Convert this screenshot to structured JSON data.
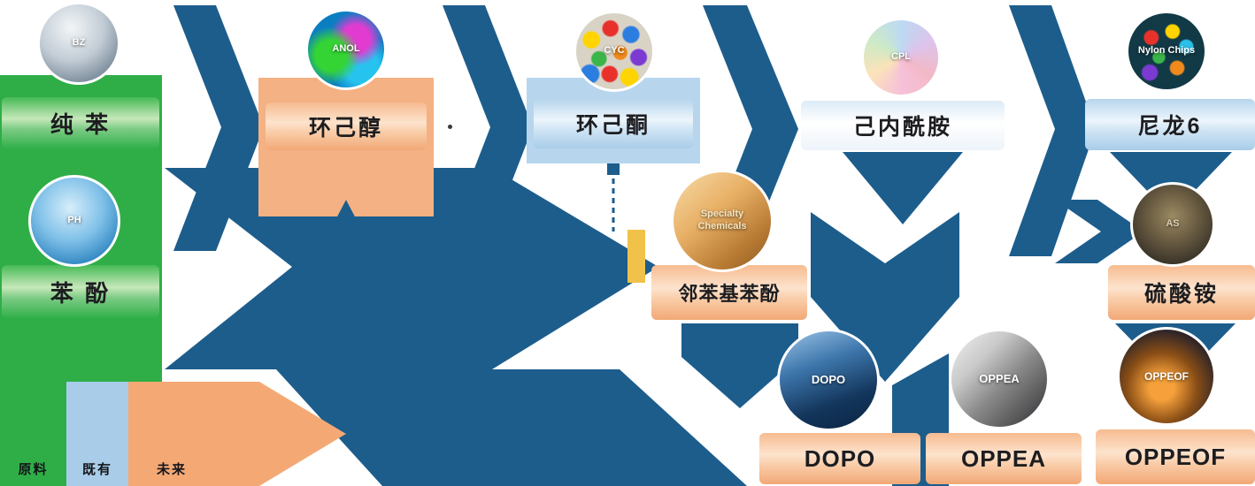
{
  "colors": {
    "raw_green": "#2fae47",
    "existing_blue": "#a9cde9",
    "future_orange": "#f4a975",
    "arrow_blue": "#1c5d8c",
    "connector_yellow": "#f0c24a"
  },
  "nodes": [
    {
      "id": "pure-benzene",
      "label": "纯 苯",
      "code": "BZ",
      "type": "raw"
    },
    {
      "id": "phenol",
      "label": "苯 酚",
      "code": "PH",
      "type": "raw"
    },
    {
      "id": "cyclohexanol",
      "label": "环己醇",
      "code": "ANOL",
      "type": "future"
    },
    {
      "id": "cyclohexanone",
      "label": "环己酮",
      "code": "CYC",
      "type": "existing"
    },
    {
      "id": "caprolactam",
      "label": "己内酰胺",
      "code": "CPL",
      "type": "existing"
    },
    {
      "id": "nylon6",
      "label": "尼龙6",
      "code": "Nylon Chips",
      "type": "existing"
    },
    {
      "id": "opp",
      "label": "邻苯基苯酚",
      "code": "Specialty Chemicals",
      "type": "future"
    },
    {
      "id": "ammonium-sulfate",
      "label": "硫酸铵",
      "code": "AS",
      "type": "future"
    },
    {
      "id": "dopo",
      "label": "DOPO",
      "code": "DOPO",
      "type": "future"
    },
    {
      "id": "oppea",
      "label": "OPPEA",
      "code": "OPPEA",
      "type": "future"
    },
    {
      "id": "oppeof",
      "label": "OPPEOF",
      "code": "OPPEOF",
      "type": "future"
    }
  ],
  "flows": [
    {
      "from": "pure-benzene",
      "to": "cyclohexanol"
    },
    {
      "from": "phenol",
      "to": "opp"
    },
    {
      "from": "cyclohexanol",
      "to": "cyclohexanone"
    },
    {
      "from": "cyclohexanone",
      "to": "caprolactam"
    },
    {
      "from": "caprolactam",
      "to": "nylon6"
    },
    {
      "from": "cyclohexanone",
      "to": "opp",
      "style": "dashed"
    },
    {
      "from": "caprolactam",
      "to": "ammonium-sulfate"
    },
    {
      "from": "opp",
      "to": "dopo"
    },
    {
      "from": "opp",
      "to": "oppea"
    },
    {
      "from": "opp",
      "to": "oppeof"
    }
  ],
  "legend": {
    "items": [
      {
        "label": "原料",
        "color": "#2fae47"
      },
      {
        "label": "既有",
        "color": "#a9cde9"
      },
      {
        "label": "未来",
        "color": "#f4a975"
      }
    ]
  }
}
